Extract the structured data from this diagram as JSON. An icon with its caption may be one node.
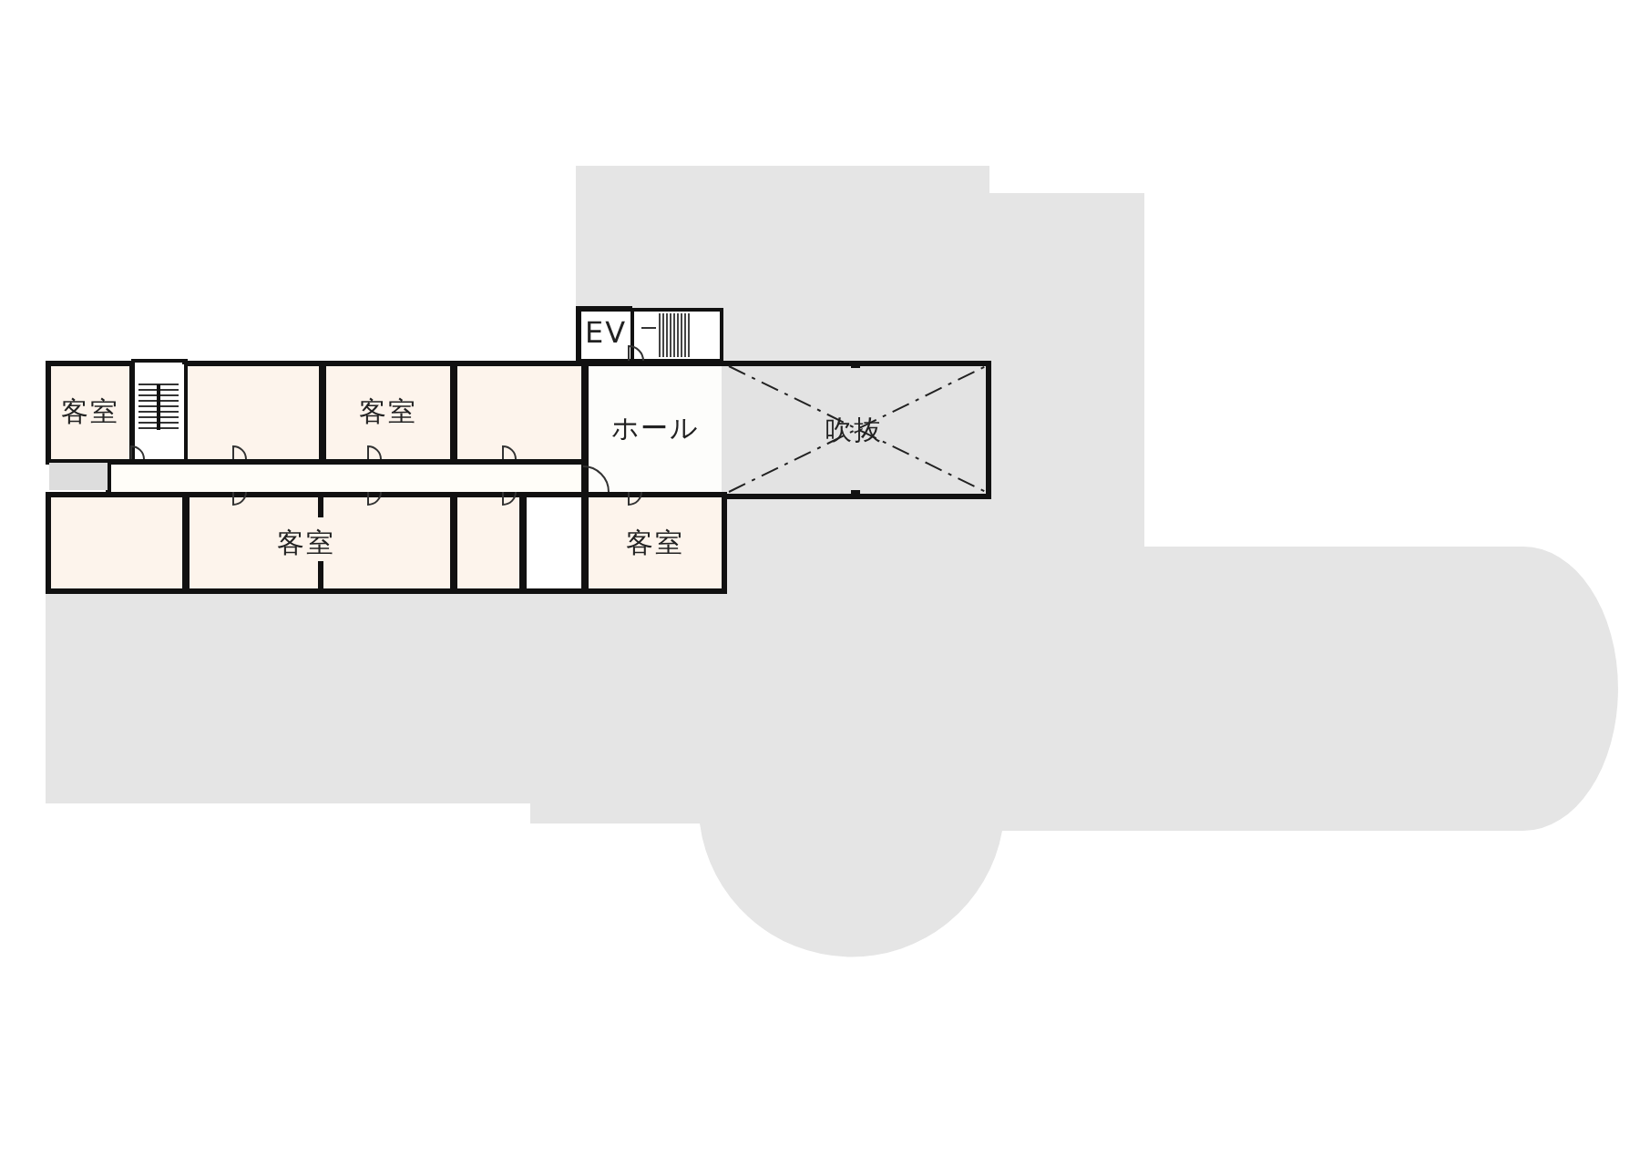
{
  "diagram": {
    "nodes": [
      {
        "text": [
          "EV"
        ]
      },
      {
        "text": [
          "客室"
        ]
      },
      {
        "text": [],
        "shape": "box"
      },
      {
        "text": [
          "客室"
        ]
      },
      {
        "text": [],
        "shape": "box"
      },
      {
        "text": [
          "ホール"
        ]
      },
      {
        "text": [
          "吹抜"
        ]
      },
      {
        "text": [],
        "shape": "box"
      },
      {
        "text": [],
        "shape": "box"
      },
      {
        "text": [
          "客室"
        ]
      },
      {
        "text": [],
        "shape": "box"
      },
      {
        "text": [],
        "shape": "box"
      },
      {
        "text": [
          "客室"
        ]
      }
    ],
    "edges": []
  }
}
